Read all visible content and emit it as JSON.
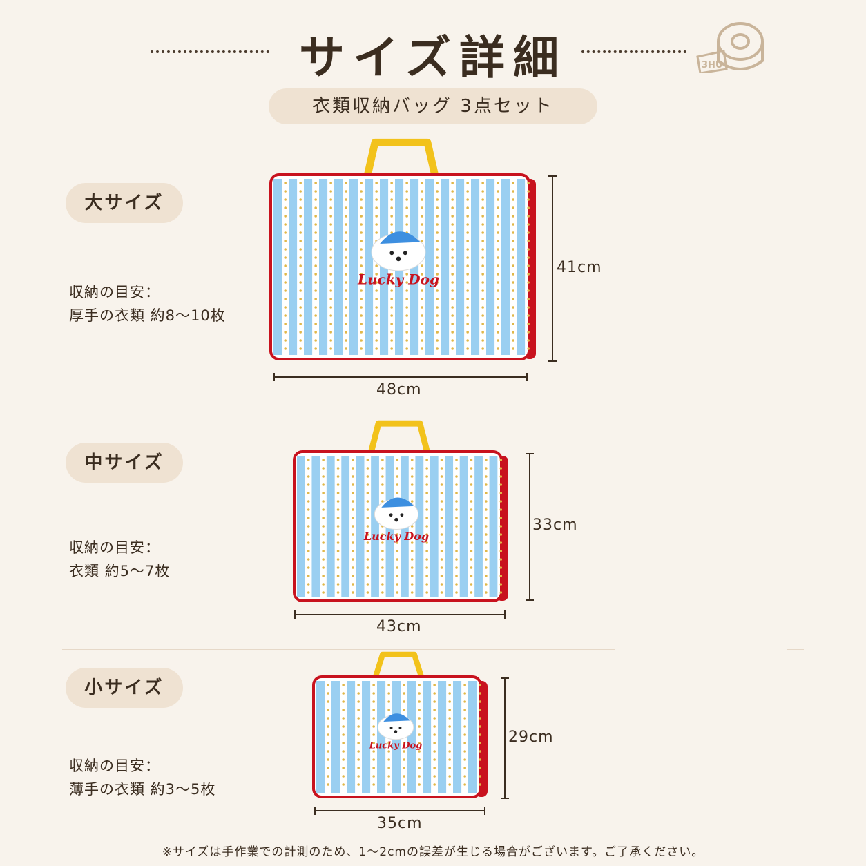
{
  "header": {
    "title": "サイズ詳細",
    "subtitle": "衣類収納バッグ 3点セット",
    "tape_icon_text": "3HU"
  },
  "sizes": [
    {
      "label": "大サイズ",
      "guide_title": "収納の目安：",
      "guide_text": "厚手の衣類 約8〜10枚",
      "height": "41cm",
      "width": "48cm",
      "logo": "Lucky Dog"
    },
    {
      "label": "中サイズ",
      "guide_title": "収納の目安：",
      "guide_text": "衣類 約5〜7枚",
      "height": "33cm",
      "width": "43cm",
      "logo": "Lucky Dog"
    },
    {
      "label": "小サイズ",
      "guide_title": "収納の目安：",
      "guide_text": "薄手の衣類 約3〜5枚",
      "height": "29cm",
      "width": "35cm",
      "logo": "Lucky Dog"
    }
  ],
  "footnote": "※サイズは手作業での計測のため、1〜2cmの誤差が生じる場合がございます。ご了承ください。",
  "colors": {
    "background": "#f8f3ec",
    "pill": "#efe2d2",
    "stripe_blue": "#8fcaf0",
    "trim_red": "#c8121e",
    "handle_yellow": "#f2c21b",
    "text": "#3b2d20"
  }
}
